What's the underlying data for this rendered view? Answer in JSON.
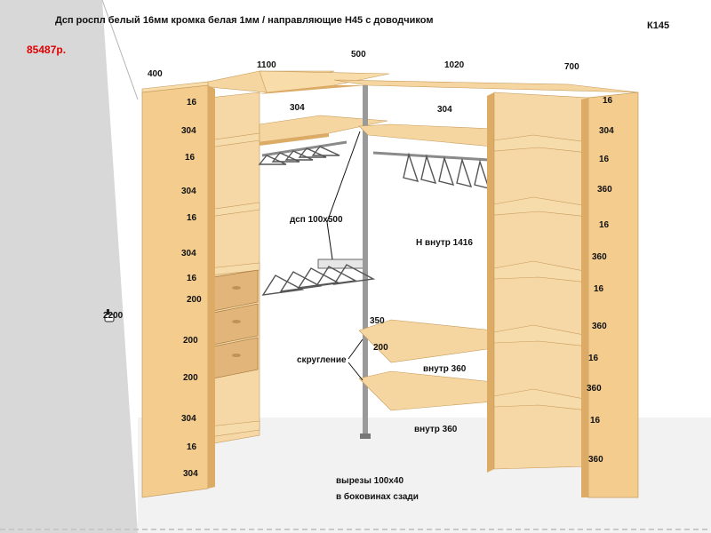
{
  "header": {
    "title": "Дсп роспл белый 16мм кромка белая 1мм / направляющие Н45 с доводчиком",
    "code": "К145",
    "price": "85487р."
  },
  "colors": {
    "wood_face": "#f3cc8e",
    "wood_light": "#f8dcaa",
    "wood_dark": "#dcab66",
    "wall": "#d9d9d9",
    "floor": "#eeeeee",
    "rod": "#8a8a8a",
    "price": "#e00000"
  },
  "dimensions": {
    "top": {
      "d400": "400",
      "d1100": "1100",
      "d500": "500",
      "d1020": "1020",
      "d700": "700"
    },
    "height": "2200",
    "left_column": [
      "16",
      "304",
      "16",
      "304",
      "16",
      "304",
      "16",
      "200",
      "200",
      "200",
      "304",
      "16",
      "304"
    ],
    "right_column": [
      "16",
      "304",
      "16",
      "360",
      "16",
      "360",
      "16",
      "360",
      "16",
      "360",
      "16",
      "360"
    ],
    "left_shelf_depth": "304",
    "middle_shelf_depth": "304",
    "inner_height": "Н внутр 1416",
    "shelf_350": "350",
    "shelf_200": "200",
    "inner_360_upper": "внутр 360",
    "inner_360_lower": "внутр 360"
  },
  "annotations": {
    "board": "дсп 100х500",
    "rounding": "скругление",
    "cutouts_line1": "вырезы 100х40",
    "cutouts_line2": "в боковинах сзади"
  },
  "icons": {
    "pointer": "hand-cursor-icon"
  }
}
